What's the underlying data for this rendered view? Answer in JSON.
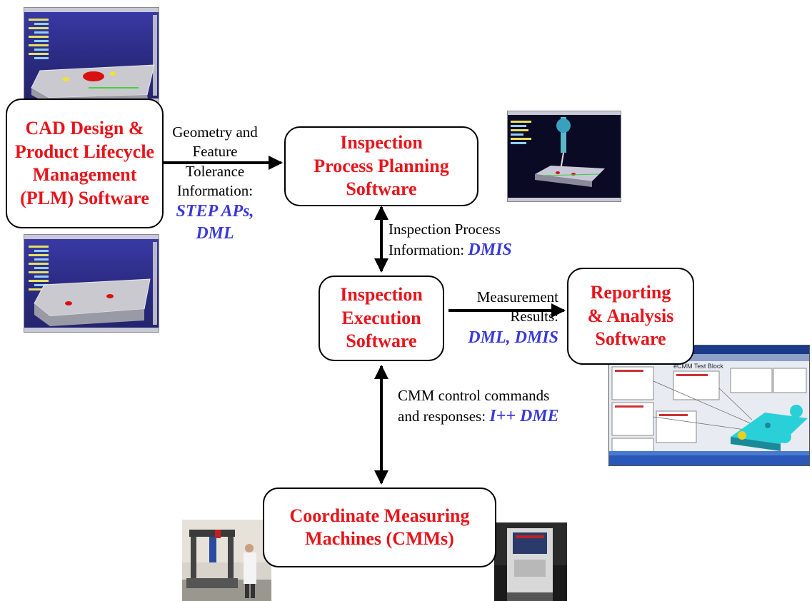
{
  "boxes": {
    "cad_plm": "CAD Design & Product Lifecycle Management (PLM) Software",
    "planning": "Inspection Process Planning Software",
    "execution": "Inspection Execution Software",
    "reporting": "Reporting & Analysis Software",
    "cmm": "Coordinate Measuring Machines (CMMs)"
  },
  "labels": {
    "geometry": {
      "line1": "Geometry and",
      "line2": "Feature",
      "line3": "Tolerance",
      "line4": "Information:",
      "std1": "STEP APs,",
      "std2": "DML"
    },
    "process": {
      "line1": "Inspection Process",
      "line2": "Information:",
      "std": "DMIS"
    },
    "measurement": {
      "line1": "Measurement",
      "line2": "Results:",
      "std": "DML, DMIS"
    },
    "cmm_control": {
      "line1": "CMM control commands",
      "line2": "and responses:",
      "std": "I++ DME"
    }
  },
  "report_screenshot": {
    "title": "eCMM Test Block"
  },
  "colors": {
    "box_title": "#e8141b",
    "standard": "#3a3ad6",
    "arrow": "#000000"
  }
}
